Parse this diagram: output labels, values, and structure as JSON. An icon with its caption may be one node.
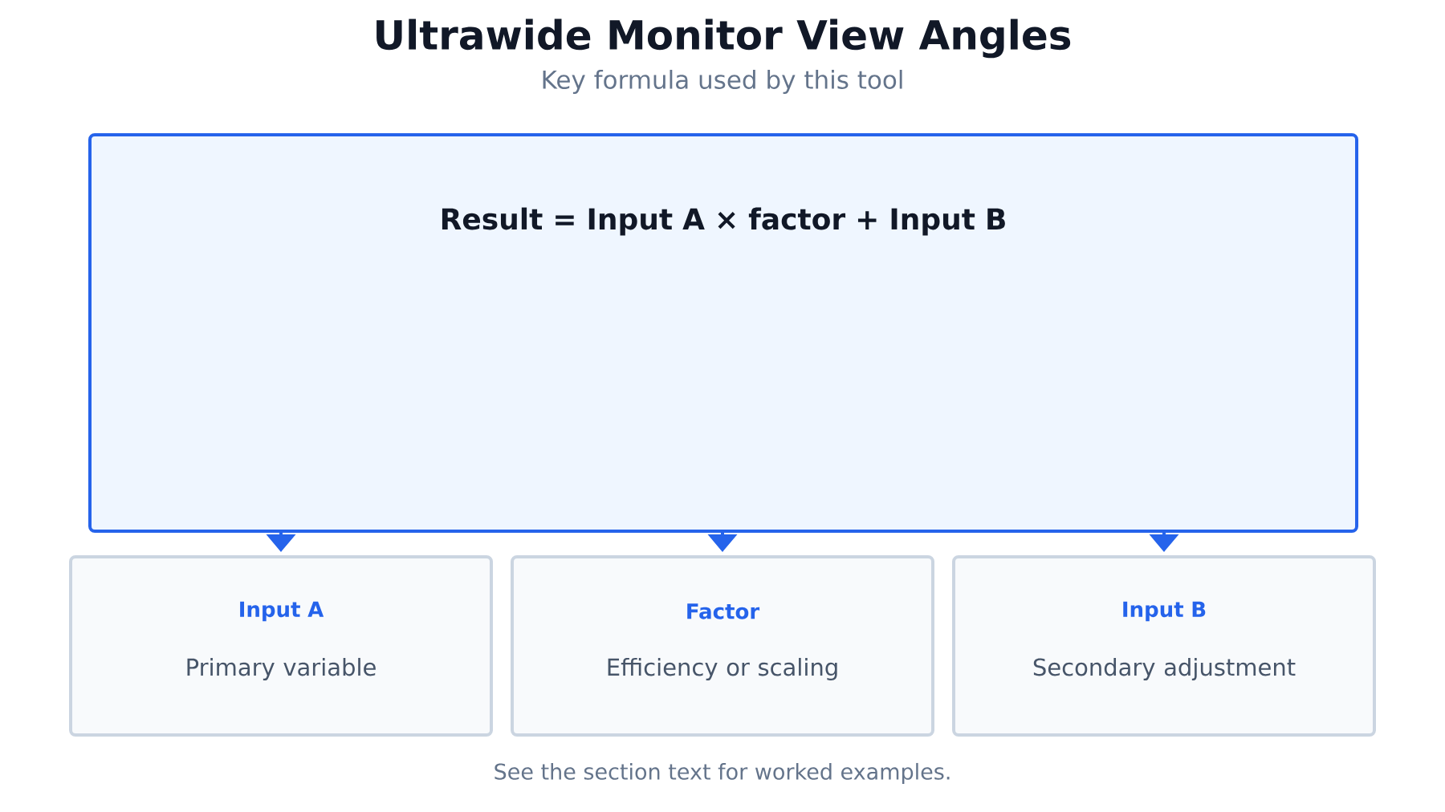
{
  "diagram": {
    "title": "Ultrawide Monitor View Angles",
    "caption": "See the section text for worked examples.",
    "nodes": [
      {
        "text": [
          "Result = Input A × factor + Input B"
        ]
      },
      {
        "text": [
          "Input A",
          "Primary variable"
        ]
      },
      {
        "text": [
          "Factor",
          "Efficiency or scaling"
        ]
      },
      {
        "text": [
          "Input B",
          "Secondary adjustment"
        ]
      }
    ],
    "edges": [
      {
        "from": 0,
        "to": 1,
        "arrow": "to"
      },
      {
        "from": 0,
        "to": 2,
        "arrow": "to"
      },
      {
        "from": 0,
        "to": 3,
        "arrow": "to"
      }
    ],
    "labels": [
      "Key formula used by this tool"
    ]
  }
}
